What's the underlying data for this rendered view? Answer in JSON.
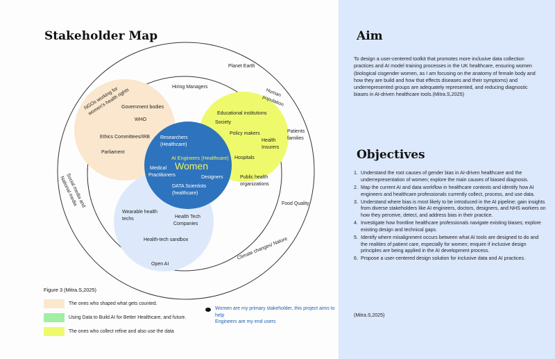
{
  "left": {
    "title": "Stakeholder Map",
    "circles": {
      "planet_earth": "Planet Earth",
      "hiring_managers": "Hiring Managers",
      "ngos": "NGOs working for women's health rights",
      "government_bodies": "Government bodies",
      "who": "WHO",
      "ethics": "Ethics Committees/IRB",
      "parliament": "Parliament",
      "human_population": "Human population",
      "educational": "Educational institutions",
      "society": "Society",
      "policy_makers": "Policy makers",
      "patients_families": "Patients families",
      "health_insurers": "Health Insurers",
      "hospitals": "Hospitals",
      "public_health": "Public health organizations",
      "researchers": "Researchers (Healthcare)",
      "ai_engineers": "AI Engineers (Healthcare)",
      "women": "Women",
      "medical_practitioners": "Medical Practitioners",
      "designers": "Designers",
      "data_scientists": "DATA Scientists (healthcare)",
      "wearable": "Wearable health techs",
      "health_tech_companies": "Health Tech Companies",
      "health_tech_sandbox": "Health-tech sandbox",
      "open_ai": "Open AI",
      "social_media": "Social media and National media",
      "food_quality": "Food Quality",
      "climate": "Climate changes/ Nature"
    },
    "figure_caption": "Figure 3   (Mitra.S,2025)",
    "legend": [
      {
        "color": "#fbe7cd",
        "label": "The ones who shaped what gets counted."
      },
      {
        "color": "#9ff0a3",
        "label": "Using Data to Build AI for Better Healthcare, and future."
      },
      {
        "color": "#eefa6c",
        "label": "The ones who collect refine and also use the data"
      }
    ],
    "note_line1": "Women are my primary stakeholder, this project aims to help",
    "note_line2": "Engineers are my end users"
  },
  "right": {
    "aim_title": "Aim",
    "aim_text": "To design a user-centered toolkit that promotes more inclusive data collection practices and AI model training processes in the UK healthcare, ensuring women (biological cisgender women, as I am focusing on the anatomy of female body and how they are build and how that effects diseases and their symptoms) and underrepresented groups are adequately represented, and reducing diagnostic biases in AI-driven healthcare tools.(Mitra.S,2025)",
    "objectives_title": "Objectives",
    "objectives": [
      "Understand the root causes of gender bias in AI-driven healthcare and the underrepresentation of women; explore the main causes of biased diagnosis.",
      "Map the current AI and data workflow in healthcare contexts and identify how AI engineers and healthcare professionals currently collect, process, and use data.",
      "Understand where bias is most likely to be introduced in the AI pipeline; gain insights from diverse stakeholders like AI engineers, doctors, designers, and NHS workers on how they perceive, detect, and address bias in their practice.",
      "Investigate how frontline healthcare professionals navigate existing biases; explore existing design and technical gaps.",
      "Identify where misalignment occurs between what AI tools are designed to do and the realities of patient care, especially for women; enquire if inclusive design principles are being applied in the AI development process.",
      "Propose a user-centered design solution for inclusive data and AI practices."
    ],
    "objectives_citation": "(Mitra.S,2025)"
  }
}
